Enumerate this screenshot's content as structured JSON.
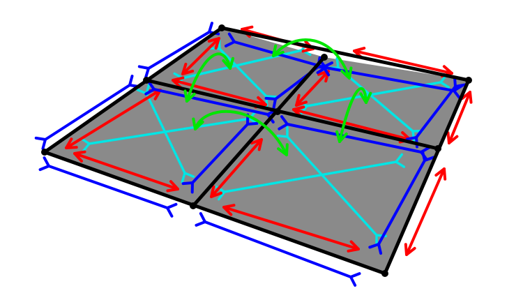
{
  "diagram": {
    "colors": {
      "background": "#ffffff",
      "face": "#8a8a8a",
      "edge": "#000000",
      "vertex": "#000000",
      "red_arrow": "#ff0000",
      "blue_arrow": "#0000ff",
      "cyan_diagonal": "#00e5e5",
      "green_arrow": "#00e600"
    },
    "icons": {
      "red": "arrowhead",
      "blue": "y-fork",
      "cyan": "y-fork",
      "green": "arrowhead"
    }
  }
}
